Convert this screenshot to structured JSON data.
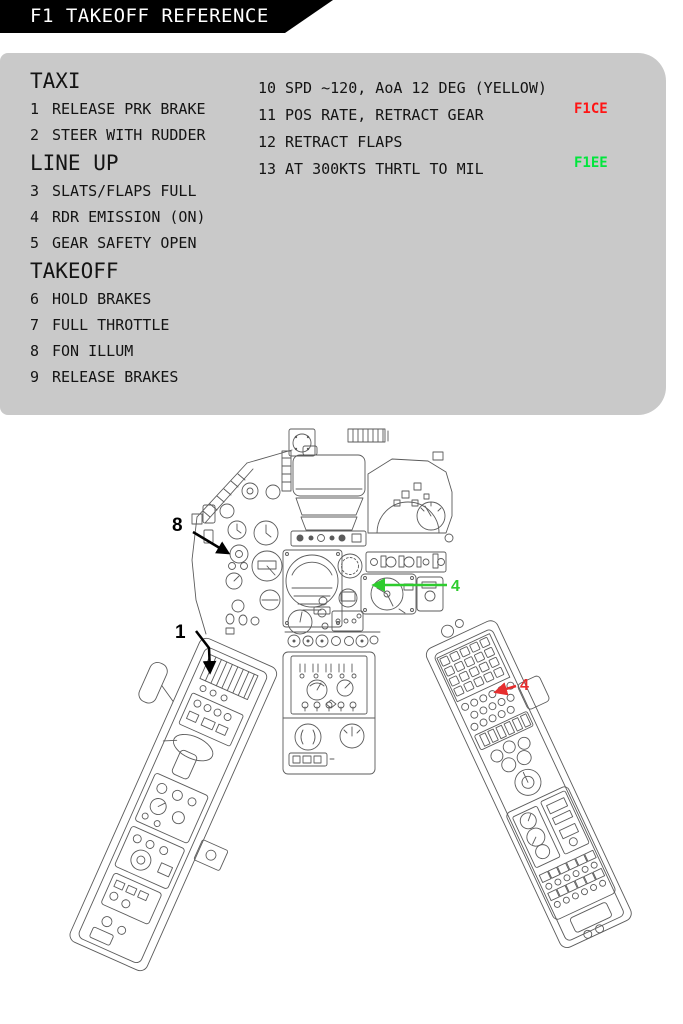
{
  "header": {
    "title": "F1 TAKEOFF REFERENCE"
  },
  "checklist": {
    "sections": [
      {
        "title": "TAXI",
        "items": [
          {
            "num": "1",
            "text": "RELEASE PRK BRAKE"
          },
          {
            "num": "2",
            "text": "STEER WITH RUDDER"
          }
        ]
      },
      {
        "title": "LINE UP",
        "items": [
          {
            "num": "3",
            "text": "SLATS/FLAPS FULL"
          },
          {
            "num": "4",
            "text": "RDR EMISSION (ON)"
          },
          {
            "num": "5",
            "text": "GEAR SAFETY OPEN"
          }
        ]
      },
      {
        "title": "TAKEOFF",
        "items": [
          {
            "num": "6",
            "text": "HOLD BRAKES"
          },
          {
            "num": "7",
            "text": "FULL THROTTLE"
          },
          {
            "num": "8",
            "text": "FON ILLUM"
          },
          {
            "num": "9",
            "text": "RELEASE BRAKES"
          }
        ]
      }
    ],
    "right_items": [
      {
        "num": "10",
        "text": "SPD ~120, AoA 12 DEG (YELLOW)"
      },
      {
        "num": "11",
        "text": "POS RATE, RETRACT GEAR"
      },
      {
        "num": "12",
        "text": "RETRACT FLAPS"
      },
      {
        "num": "13",
        "text": "AT 300KTS THRTL TO MIL"
      }
    ],
    "variant_tags": [
      {
        "label": "F1CE",
        "color": "#ff1414"
      },
      {
        "label": "F1EE",
        "color": "#00e63c"
      }
    ],
    "panel_bg": "#c9c9c9"
  },
  "diagram": {
    "callouts": [
      {
        "label": "8",
        "color": "#000000"
      },
      {
        "label": "1",
        "color": "#000000"
      },
      {
        "label": "4",
        "color": "#2ecc2e"
      },
      {
        "label": "4",
        "color": "#e62e2e"
      }
    ]
  }
}
